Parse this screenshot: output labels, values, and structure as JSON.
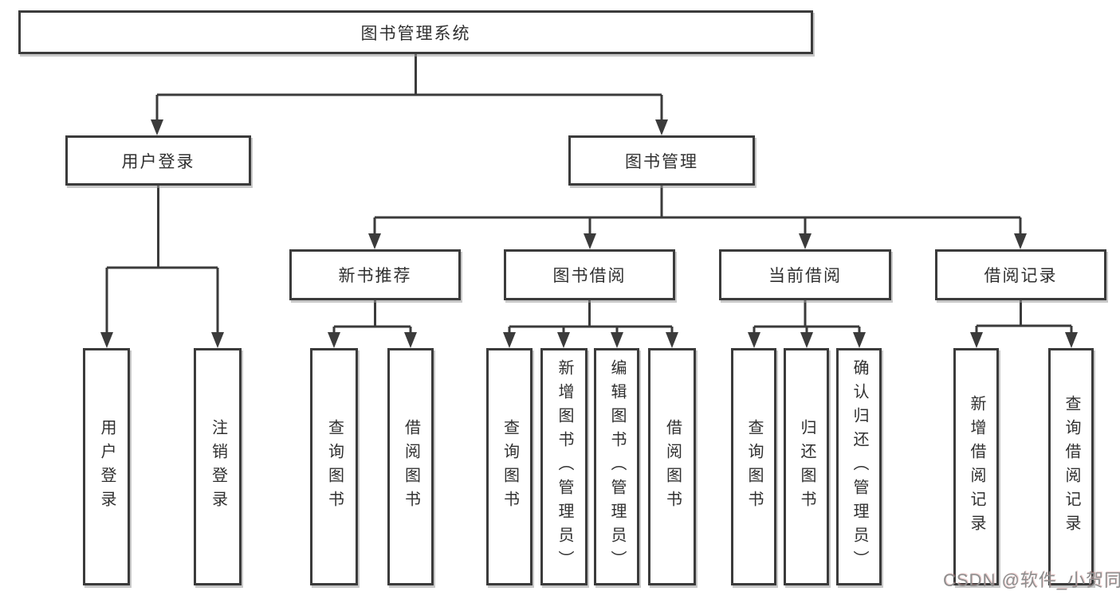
{
  "tree": {
    "root": {
      "label": "图书管理系统",
      "children": [
        {
          "label": "用户登录",
          "children": [
            {
              "label": "用户登录"
            },
            {
              "label": "注销登录"
            }
          ]
        },
        {
          "label": "图书管理",
          "children": [
            {
              "label": "新书推荐",
              "children": [
                {
                  "label": "查询图书"
                },
                {
                  "label": "借阅图书"
                }
              ]
            },
            {
              "label": "图书借阅",
              "children": [
                {
                  "label": "查询图书"
                },
                {
                  "label": "新增图书（管理员）"
                },
                {
                  "label": "编辑图书（管理员）"
                },
                {
                  "label": "借阅图书"
                }
              ]
            },
            {
              "label": "当前借阅",
              "children": [
                {
                  "label": "查询图书"
                },
                {
                  "label": "归还图书"
                },
                {
                  "label": "确认归还（管理员）"
                }
              ]
            },
            {
              "label": "借阅记录",
              "children": [
                {
                  "label": "新增借阅记录"
                },
                {
                  "label": "查询借阅记录"
                }
              ]
            }
          ]
        }
      ]
    }
  },
  "watermark": {
    "text": "CSDN @软件_小贺同学"
  },
  "colors": {
    "line": "#3b3b3b",
    "text": "#303030",
    "watermark": "#8e8e8e",
    "background": "#ffffff"
  }
}
